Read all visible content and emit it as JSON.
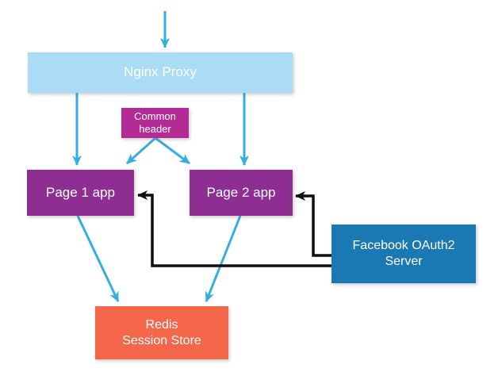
{
  "diagram": {
    "background_color": "#ffffff",
    "nodes": {
      "nginx": {
        "label": "Nginx Proxy",
        "color": "#aadcf5",
        "text_color": "#ffffff"
      },
      "header": {
        "label": "Common\nheader",
        "color": "#b32c96",
        "text_color": "#ffffff"
      },
      "page1": {
        "label": "Page 1 app",
        "color": "#8e2e93",
        "text_color": "#ffffff"
      },
      "page2": {
        "label": "Page 2 app",
        "color": "#8e2e93",
        "text_color": "#ffffff"
      },
      "facebook": {
        "label": "Facebook OAuth2\nServer",
        "color": "#1a79b2",
        "text_color": "#ffffff"
      },
      "redis": {
        "label": "Redis\nSession Store",
        "color": "#f5674a",
        "text_color": "#ffffff"
      }
    },
    "colors": {
      "flow_arrow": "#33afe1",
      "oauth_arrow": "#0f0f0f"
    },
    "edges": [
      {
        "from": "external-client",
        "to": "nginx",
        "style": "flow"
      },
      {
        "from": "nginx",
        "to": "page1",
        "style": "flow"
      },
      {
        "from": "nginx",
        "to": "page2",
        "style": "flow"
      },
      {
        "from": "header",
        "to": "page1",
        "style": "flow"
      },
      {
        "from": "header",
        "to": "page2",
        "style": "flow"
      },
      {
        "from": "page1",
        "to": "redis",
        "style": "flow"
      },
      {
        "from": "page2",
        "to": "redis",
        "style": "flow"
      },
      {
        "from": "facebook",
        "to": "page1",
        "style": "oauth"
      },
      {
        "from": "facebook",
        "to": "page2",
        "style": "oauth"
      }
    ]
  }
}
